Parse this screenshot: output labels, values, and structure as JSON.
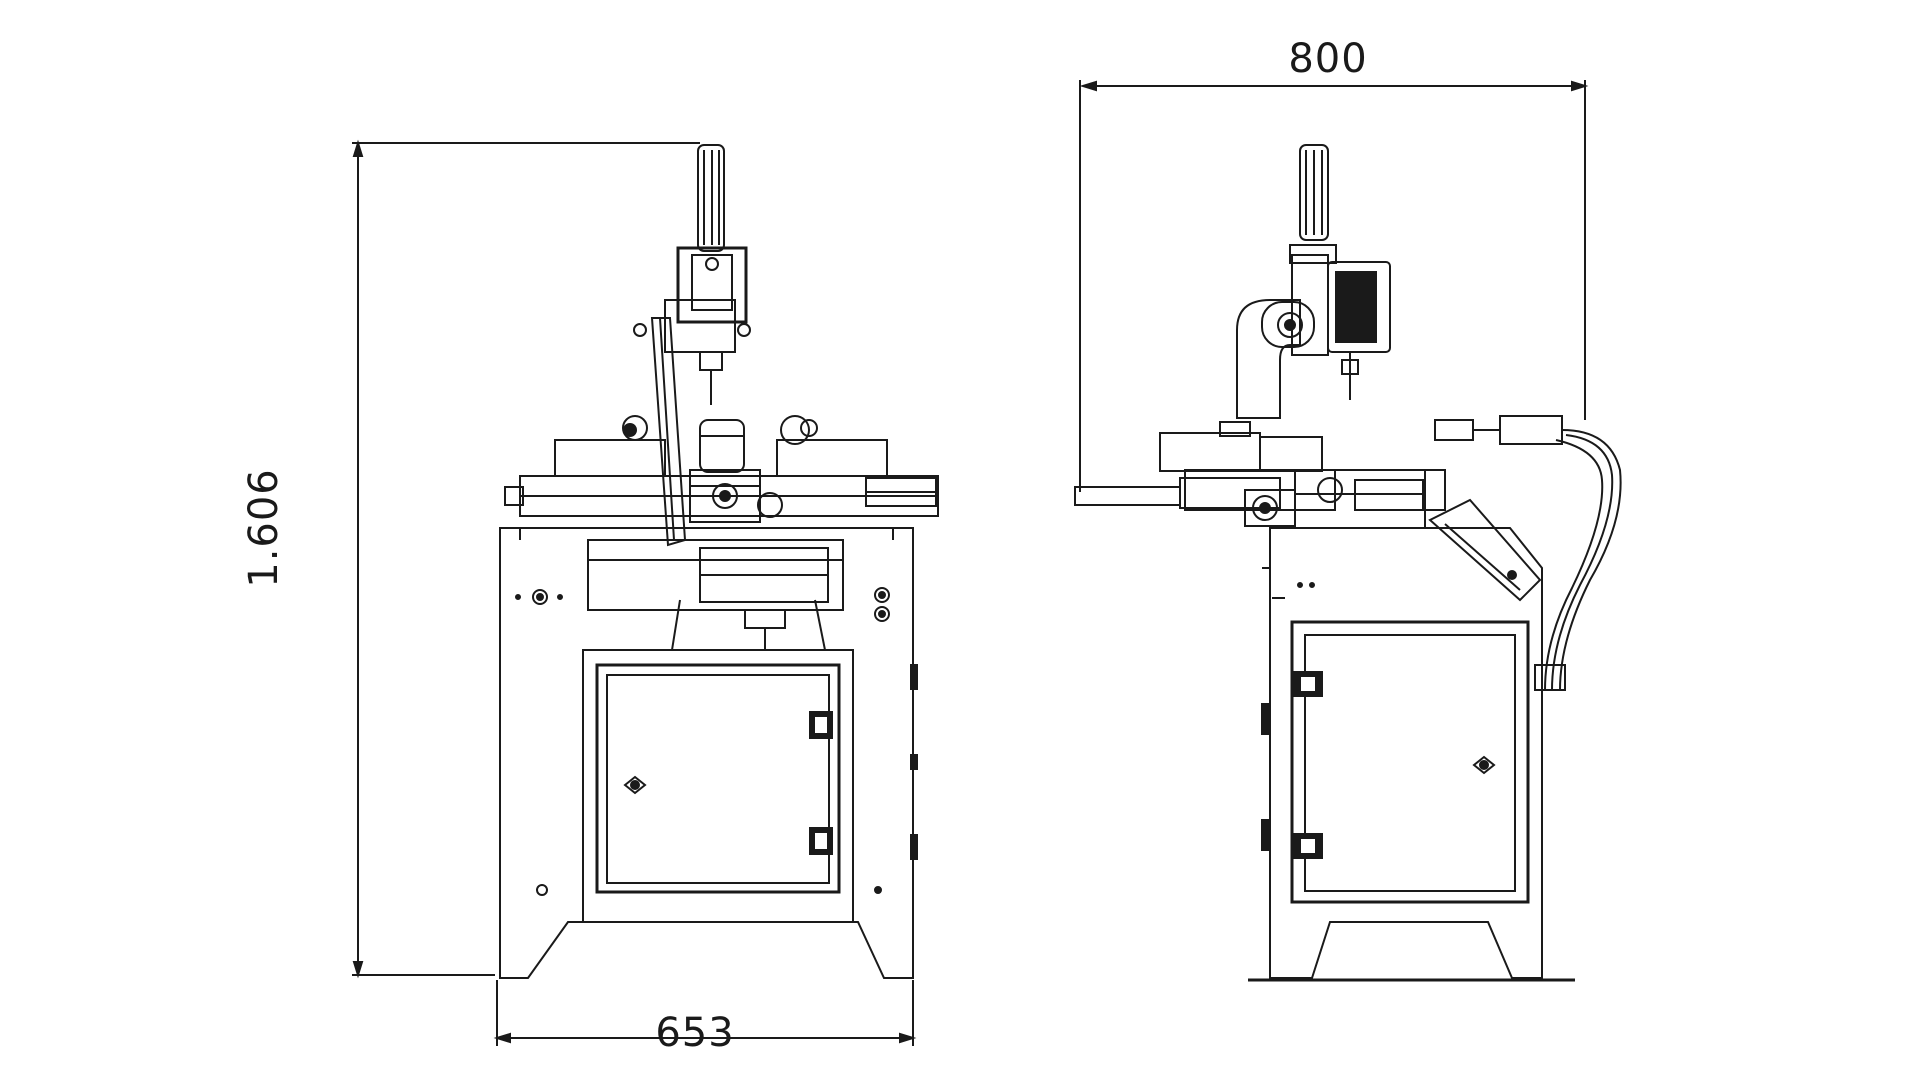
{
  "diagram": {
    "dimensions": {
      "height": "1.606",
      "front_width": "653",
      "side_width": "800"
    },
    "views": [
      "front-view",
      "side-view"
    ],
    "line_color": "#1a1a1a",
    "background": "#ffffff"
  }
}
